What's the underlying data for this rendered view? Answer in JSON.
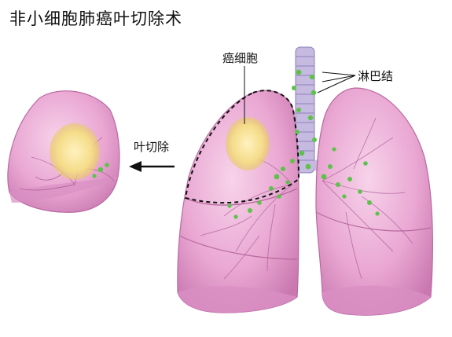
{
  "title": "非小细胞肺癌叶切除术",
  "labels": {
    "cancer_cells": "癌细胞",
    "lymph_nodes": "淋巴结",
    "lobectomy": "叶切除"
  },
  "colors": {
    "lung_fill": "#e9a6d2",
    "lung_dark": "#c978b0",
    "lung_light": "#f7d3ea",
    "tumor": "#f4dc88",
    "lymph_node": "#5ec24a",
    "trachea": "#bdb0d9",
    "dashed_outline": "#111111",
    "arrow": "#111111"
  }
}
